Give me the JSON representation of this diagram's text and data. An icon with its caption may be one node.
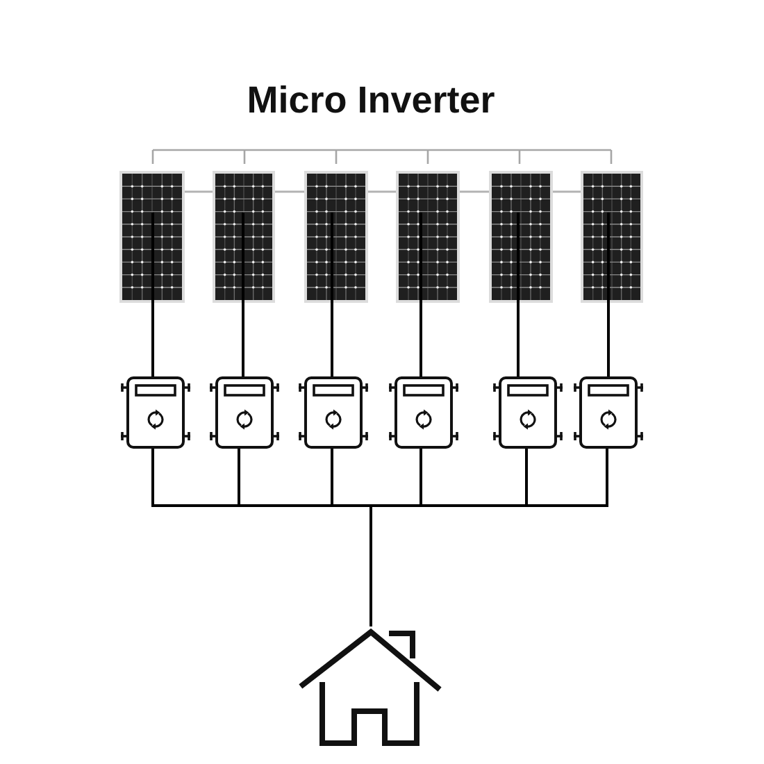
{
  "diagram": {
    "title": "Micro Inverter",
    "nodes": [
      {
        "text": [],
        "shape": "picture"
      },
      {
        "text": [],
        "shape": "picture"
      },
      {
        "text": [],
        "shape": "picture"
      },
      {
        "text": [],
        "shape": "picture"
      },
      {
        "text": [],
        "shape": "picture"
      },
      {
        "text": [],
        "shape": "picture"
      },
      {
        "text": [],
        "shape": "picture"
      },
      {
        "text": [],
        "shape": "picture"
      },
      {
        "text": [],
        "shape": "picture"
      },
      {
        "text": [],
        "shape": "picture"
      },
      {
        "text": [],
        "shape": "picture"
      },
      {
        "text": [],
        "shape": "picture"
      },
      {
        "text": [],
        "shape": "picture"
      }
    ],
    "edges": [
      {
        "from": 0,
        "to": 6,
        "arrow": "none"
      },
      {
        "from": 1,
        "to": 7,
        "arrow": "none"
      },
      {
        "from": 2,
        "to": 8,
        "arrow": "none"
      },
      {
        "from": 3,
        "to": 9,
        "arrow": "none"
      },
      {
        "from": 4,
        "to": 10,
        "arrow": "none"
      },
      {
        "from": 5,
        "to": 11,
        "arrow": "none"
      },
      {
        "from": 6,
        "to": 12,
        "arrow": "none"
      },
      {
        "from": 7,
        "to": 12,
        "arrow": "none"
      },
      {
        "from": 8,
        "to": 12,
        "arrow": "none"
      },
      {
        "from": 9,
        "to": 12,
        "arrow": "none"
      },
      {
        "from": 10,
        "to": 12,
        "arrow": "none"
      },
      {
        "from": 11,
        "to": 12,
        "arrow": "none"
      },
      {
        "from": 0,
        "to": 1,
        "arrow": "none",
        "color": "#b3b3b3"
      },
      {
        "from": 1,
        "to": 2,
        "arrow": "none",
        "color": "#b3b3b3"
      },
      {
        "from": 2,
        "to": 3,
        "arrow": "none",
        "color": "#b3b3b3"
      },
      {
        "from": 3,
        "to": 4,
        "arrow": "none",
        "color": "#b3b3b3"
      },
      {
        "from": 4,
        "to": 5,
        "arrow": "none",
        "color": "#b3b3b3"
      }
    ]
  }
}
